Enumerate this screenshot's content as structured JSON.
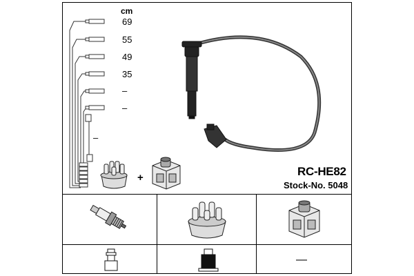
{
  "wire_set": {
    "unit_label": "cm",
    "lengths": [
      "69",
      "55",
      "49",
      "35",
      "–",
      "–"
    ],
    "extra_wire_length": "–"
  },
  "product": {
    "part_number": "RC-HE82",
    "stock_number": "Stock-No. 5048"
  },
  "combo_plus": "+",
  "compatibility": {
    "ignition_coil_connector": "—"
  },
  "icons": [
    "ignition-wire-icon",
    "distributor-cap-icon",
    "ignition-coil-icon",
    "spark-plug-icon",
    "plug-terminal-icon",
    "cap-terminal-icon"
  ]
}
